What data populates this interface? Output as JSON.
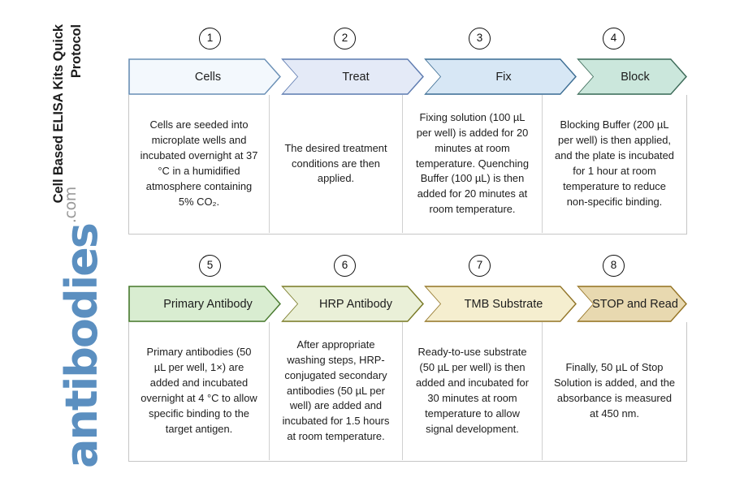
{
  "title": "Cell Based ELISA Kits Quick Protocol",
  "brand": {
    "word": "antibodies",
    "tld": ".com",
    "word_color": "#5b8fc0",
    "tld_color": "#9a9a9a"
  },
  "rows": [
    {
      "steps": [
        {
          "number": "1",
          "label": "Cells",
          "body": "Cells are seeded into microplate wells and incubated overnight at 37 °C in a humidified atmosphere containing 5% CO₂.",
          "fill": "#f3f8fd",
          "stroke": "#6a8fb5"
        },
        {
          "number": "2",
          "label": "Treat",
          "body": "The desired treatment conditions are then applied.",
          "fill": "#e4eaf7",
          "stroke": "#5f7cb0"
        },
        {
          "number": "3",
          "label": "Fix",
          "body": "Fixing solution (100 µL per well) is added for 20 minutes at room temperature. Quenching Buffer (100 µL) is then added for 20 minutes at room temperature.",
          "fill": "#d7e7f5",
          "stroke": "#3f6f94"
        },
        {
          "number": "4",
          "label": "Block",
          "body": "Blocking Buffer (200 µL per well) is then applied, and the plate is incubated for 1 hour at room temperature to reduce non-specific binding.",
          "fill": "#cbe7dc",
          "stroke": "#3e6b59"
        }
      ]
    },
    {
      "steps": [
        {
          "number": "5",
          "label": "Primary Antibody",
          "body": "Primary antibodies (50 µL per well, 1×) are added and incubated overnight at 4 °C to allow specific binding to the target antigen.",
          "fill": "#d9edd1",
          "stroke": "#4a7a31"
        },
        {
          "number": "6",
          "label": "HRP Antibody",
          "body": "After appropriate washing steps, HRP-conjugated secondary antibodies (50 µL per well) are added and incubated for 1.5 hours at room temperature.",
          "fill": "#eaf0d8",
          "stroke": "#7a7a28"
        },
        {
          "number": "7",
          "label": "TMB Substrate",
          "body": "Ready-to-use substrate (50 µL per well) is then added and incubated for 30 minutes at room temperature to allow signal development.",
          "fill": "#f5eecf",
          "stroke": "#93762b"
        },
        {
          "number": "8",
          "label": "STOP and Read",
          "body": "Finally, 50 µL of Stop Solution is added, and the absorbance is measured at 450 nm.",
          "fill": "#e8d9b0",
          "stroke": "#967528"
        }
      ]
    }
  ]
}
